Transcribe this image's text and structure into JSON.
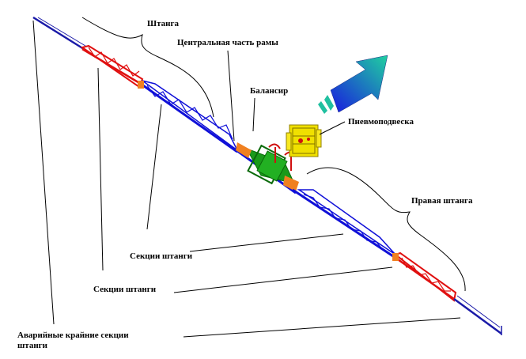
{
  "labels": {
    "boom": "Штанга",
    "center_frame": "Центральная часть рамы",
    "balancer": "Балансир",
    "air_suspension": "Пневмоподвеска",
    "right_boom": "Правая штанга",
    "sections_upper": "Секции штанги",
    "sections_lower": "Секции штанги",
    "emergency_sections": "Аварийные крайние секции штанги"
  },
  "colors": {
    "emergency_section": "#1a1aa8",
    "boom_section_red": "#e01010",
    "boom_section_blue": "#1010d8",
    "center_frame_green": "#1a9a1a",
    "hinge_orange": "#f08020",
    "suspension_yellow": "#f0e000",
    "arrow_gradient_start": "#2020e0",
    "arrow_gradient_end": "#20c8a0"
  },
  "icons": {
    "direction": "direction-arrow-icon"
  }
}
